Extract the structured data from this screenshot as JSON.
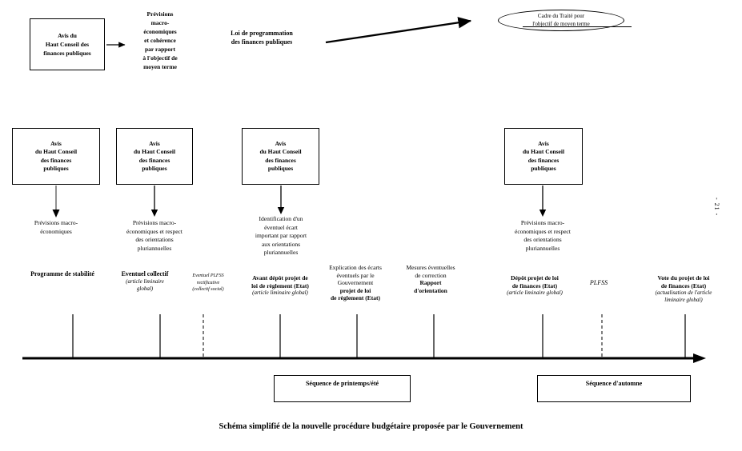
{
  "page": {
    "caption": "Schéma simplifié de la nouvelle procédure budgétaire proposée par le Gouvernement",
    "page_number": "- 21 -"
  },
  "top": {
    "hcfp_box": "Avis du\nHaut Conseil des\nfinances publiques",
    "forecast_note": "Prévisions\nmacro-\néconomiques\net cohérence\npar rapport\nà l'objectif de\nmoyen terme",
    "loi_programmation": "Loi de programmation\ndes finances publiques",
    "ellipse": "Cadre du Traité pour\nl'objectif de moyen terme"
  },
  "avis_boxes": {
    "label": "Avis\ndu Haut Conseil\ndes finances\npubliques",
    "notes": [
      "Prévisions macro-\néconomiques",
      "Prévisions macro-\néconomiques et respect\ndes orientations\npluriannuelles",
      "Identification d'un\néventuel écart\nimportant par rapport\naux orientations\npluriannuelles",
      "Prévisions macro-\néconomiques et respect\ndes orientations\npluriannuelles"
    ]
  },
  "timeline": {
    "items": [
      {
        "title": "Programme de stabilité"
      },
      {
        "title": "Eventuel collectif",
        "note": "(article liminaire\nglobal)"
      },
      {
        "note": "Eventuel PLFSS\nrectificative\n(collectif social)"
      },
      {
        "title": "Avant dépôt projet de\nloi de règlement (Etat)",
        "note": "(article liminaire global)"
      },
      {
        "pre": "Explication des écarts\néventuels par le\nGouvernement",
        "title": "projet de loi\nde règlement (Etat)"
      },
      {
        "pre": "Mesures éventuelles\nde correction",
        "title": "Rapport\nd'orientation"
      },
      {
        "title": "Dépôt projet de loi\nde finances (Etat)",
        "note": "(article liminaire global)"
      },
      {
        "note": "PLFSS"
      },
      {
        "title": "Vote du projet de loi\nde finances (Etat)",
        "note": "(actualisation de l'article\nliminaire global)"
      }
    ],
    "sequences": [
      "Séquence de printemps/été",
      "Séquence d'automne"
    ]
  }
}
